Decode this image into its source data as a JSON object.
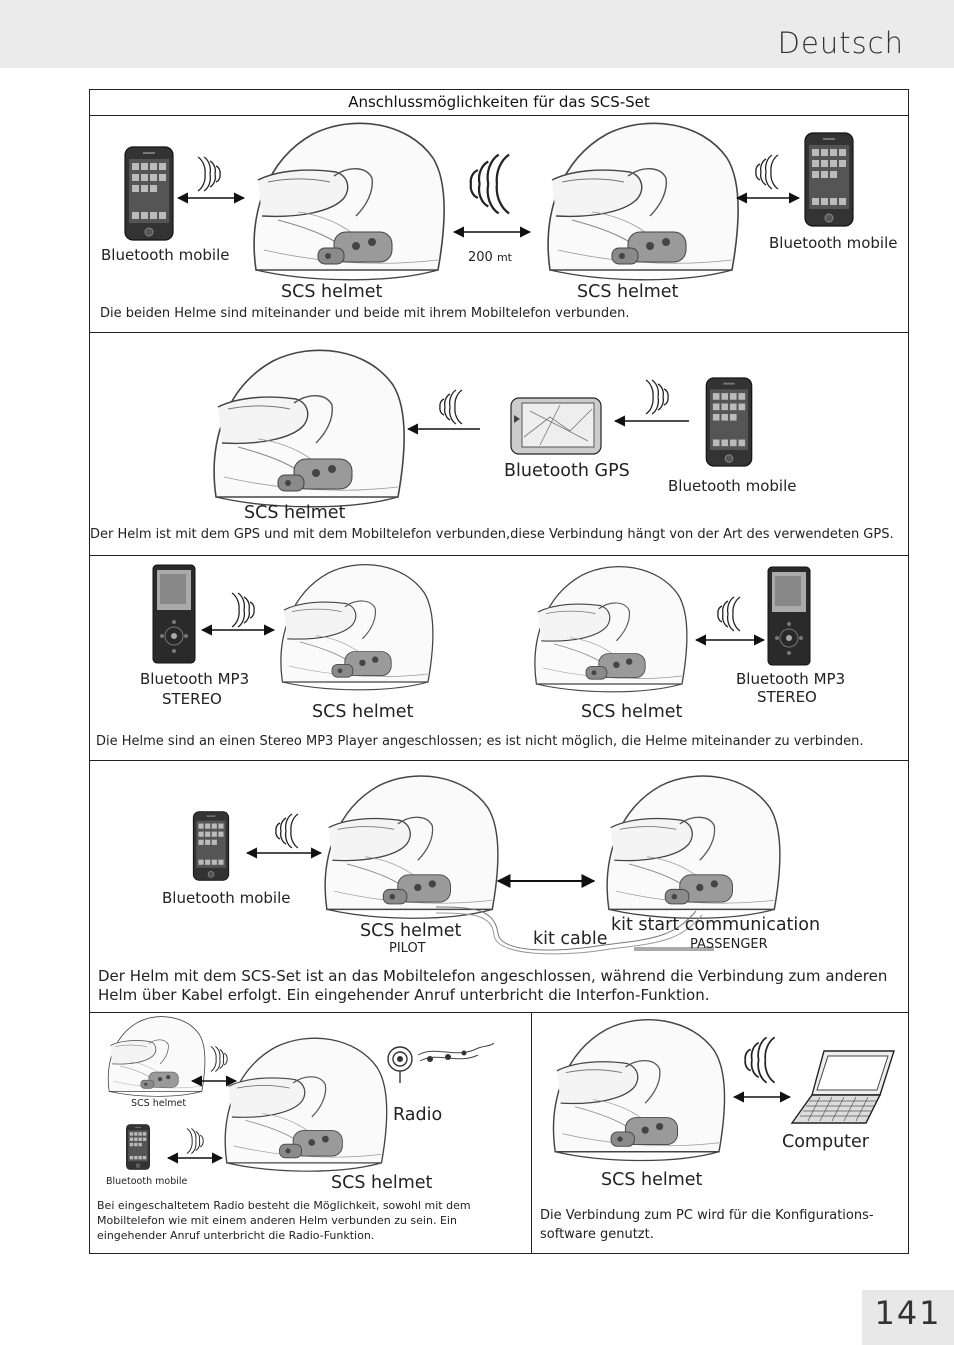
{
  "header": {
    "language": "Deutsch"
  },
  "frame_title": "Anschlussmöglichkeiten für das SCS-Set",
  "s1": {
    "left_device": "Bluetooth mobile",
    "right_device": "Bluetooth mobile",
    "distance_num": "200",
    "distance_unit": "mt",
    "helmet_left": "SCS helmet",
    "helmet_right": "SCS helmet",
    "caption": "Die beiden Helme sind miteinander und beide mit ihrem Mobiltelefon verbunden."
  },
  "s2": {
    "gps": "Bluetooth GPS",
    "mobile": "Bluetooth mobile",
    "helmet": "SCS helmet",
    "caption": "Der Helm ist mit dem GPS und mit dem Mobiltelefon verbunden,diese Verbindung hängt von der Art des verwendeten GPS."
  },
  "s3": {
    "left_mp3_l1": "Bluetooth MP3",
    "left_mp3_l2": "STEREO",
    "right_mp3_l1": "Bluetooth MP3",
    "right_mp3_l2": "STEREO",
    "helmet_left": "SCS helmet",
    "helmet_right": "SCS helmet",
    "caption": "Die Helme sind an einen Stereo MP3 Player angeschlossen; es ist nicht möglich, die Helme miteinander zu verbinden."
  },
  "s4": {
    "mobile": "Bluetooth mobile",
    "helmet": "SCS helmet",
    "pilot": "PILOT",
    "kit_cable": "kit cable",
    "kit_start": "kit start communication",
    "passenger": "PASSENGER",
    "caption": "Der Helm mit dem SCS-Set ist an das Mobiltelefon angeschlossen, während die Verbindung zum anderen Helm über Kabel erfolgt. Ein eingehender Anruf unterbricht die Interfon-Funktion."
  },
  "s5": {
    "small_helmet": "SCS helmet",
    "small_mobile": "Bluetooth mobile",
    "radio": "Radio",
    "helmet": "SCS helmet",
    "caption": "Bei eingeschaltetem Radio besteht die Möglichkeit, sowohl mit dem Mobiltelefon wie mit einem anderen Helm verbunden zu sein. Ein eingehender Anruf unterbricht die Radio-Funktion."
  },
  "s6": {
    "computer": "Computer",
    "helmet": "SCS helmet",
    "caption": "Die Verbindung zum PC wird für die Konfigurations-software genutzt."
  },
  "page_number": "141"
}
